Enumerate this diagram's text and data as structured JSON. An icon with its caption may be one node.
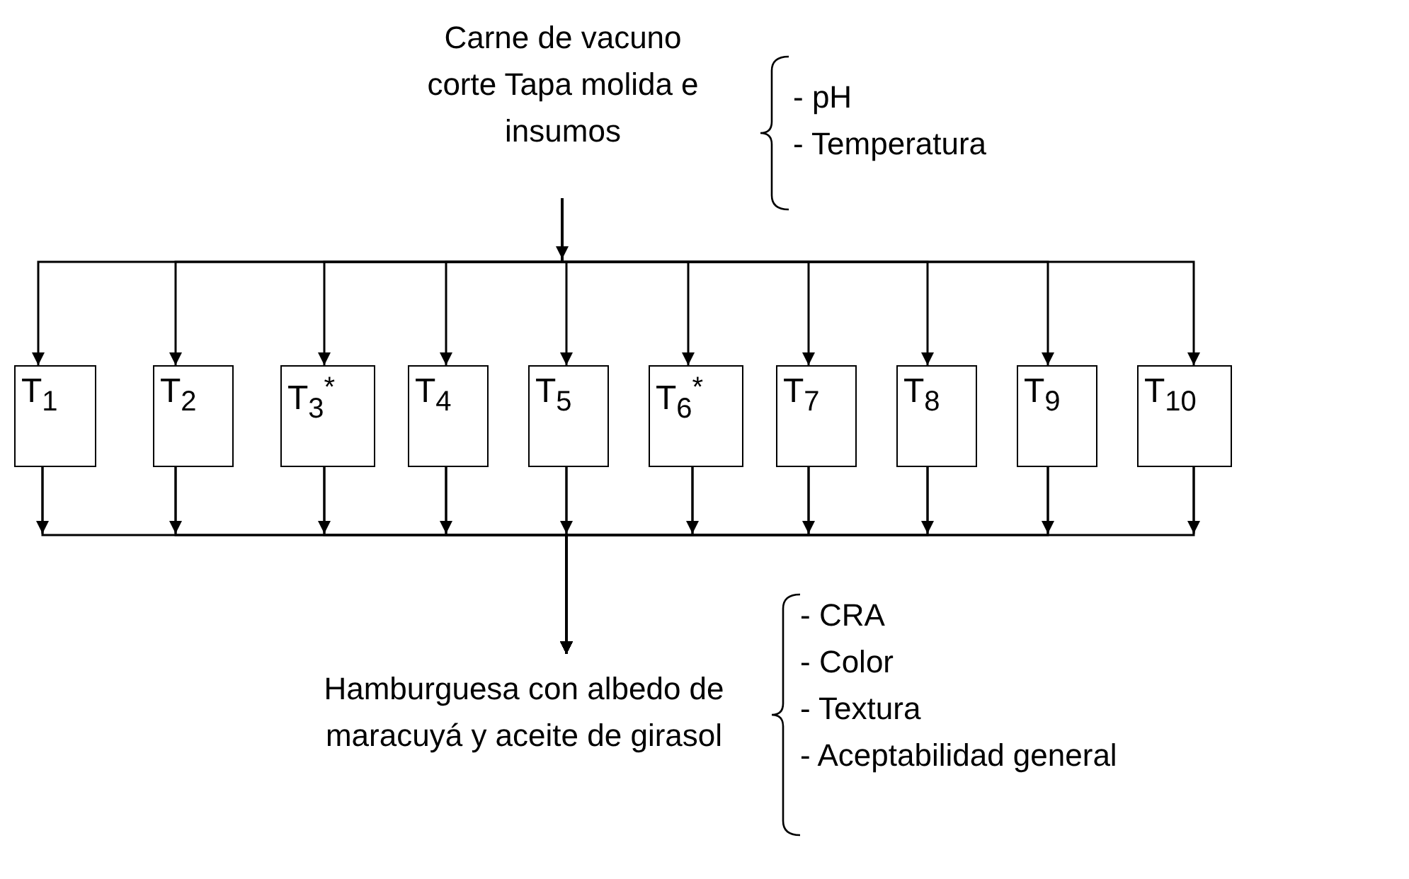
{
  "diagram": {
    "nodes": [
      {
        "text": [
          "Carne de vacuno corte Tapa molida e insumos"
        ],
        "beside": [
          "- pH",
          "- Temperatura"
        ]
      },
      {
        "text": [
          "T$_{1}$"
        ]
      },
      {
        "text": [
          "T$_{2}$"
        ]
      },
      {
        "text": [
          "T$_{3}$$^{*}$"
        ]
      },
      {
        "text": [
          "T$_{4}$"
        ]
      },
      {
        "text": [
          "T$_{5}$"
        ]
      },
      {
        "text": [
          "T$_{6}$$^{*}$"
        ]
      },
      {
        "text": [
          "T$_{7}$"
        ]
      },
      {
        "text": [
          "T$_{8}$"
        ]
      },
      {
        "text": [
          "T$_{9}$"
        ]
      },
      {
        "text": [
          "T$_{10}$"
        ]
      },
      {
        "text": [
          "Hamburguesa con albedo de maracuyá y aceite de girasol"
        ],
        "beside": [
          "- CRA",
          "- Color",
          "- Textura",
          "- Aceptabilidad general"
        ]
      }
    ],
    "edges": [
      {
        "from": 0,
        "to": 1,
        "arrow": "to"
      },
      {
        "from": 0,
        "to": 2,
        "arrow": "to"
      },
      {
        "from": 0,
        "to": 3,
        "arrow": "to"
      },
      {
        "from": 0,
        "to": 4,
        "arrow": "to"
      },
      {
        "from": 0,
        "to": 5,
        "arrow": "to"
      },
      {
        "from": 0,
        "to": 6,
        "arrow": "to"
      },
      {
        "from": 0,
        "to": 7,
        "arrow": "to"
      },
      {
        "from": 0,
        "to": 8,
        "arrow": "to"
      },
      {
        "from": 0,
        "to": 9,
        "arrow": "to"
      },
      {
        "from": 0,
        "to": 10,
        "arrow": "to"
      },
      {
        "from": 1,
        "to": 11,
        "arrow": "to"
      },
      {
        "from": 2,
        "to": 11,
        "arrow": "to"
      },
      {
        "from": 3,
        "to": 11,
        "arrow": "to"
      },
      {
        "from": 4,
        "to": 11,
        "arrow": "to"
      },
      {
        "from": 5,
        "to": 11,
        "arrow": "to"
      },
      {
        "from": 6,
        "to": 11,
        "arrow": "to"
      },
      {
        "from": 7,
        "to": 11,
        "arrow": "to"
      },
      {
        "from": 8,
        "to": 11,
        "arrow": "to"
      },
      {
        "from": 9,
        "to": 11,
        "arrow": "to"
      },
      {
        "from": 10,
        "to": 11,
        "arrow": "to"
      }
    ]
  }
}
